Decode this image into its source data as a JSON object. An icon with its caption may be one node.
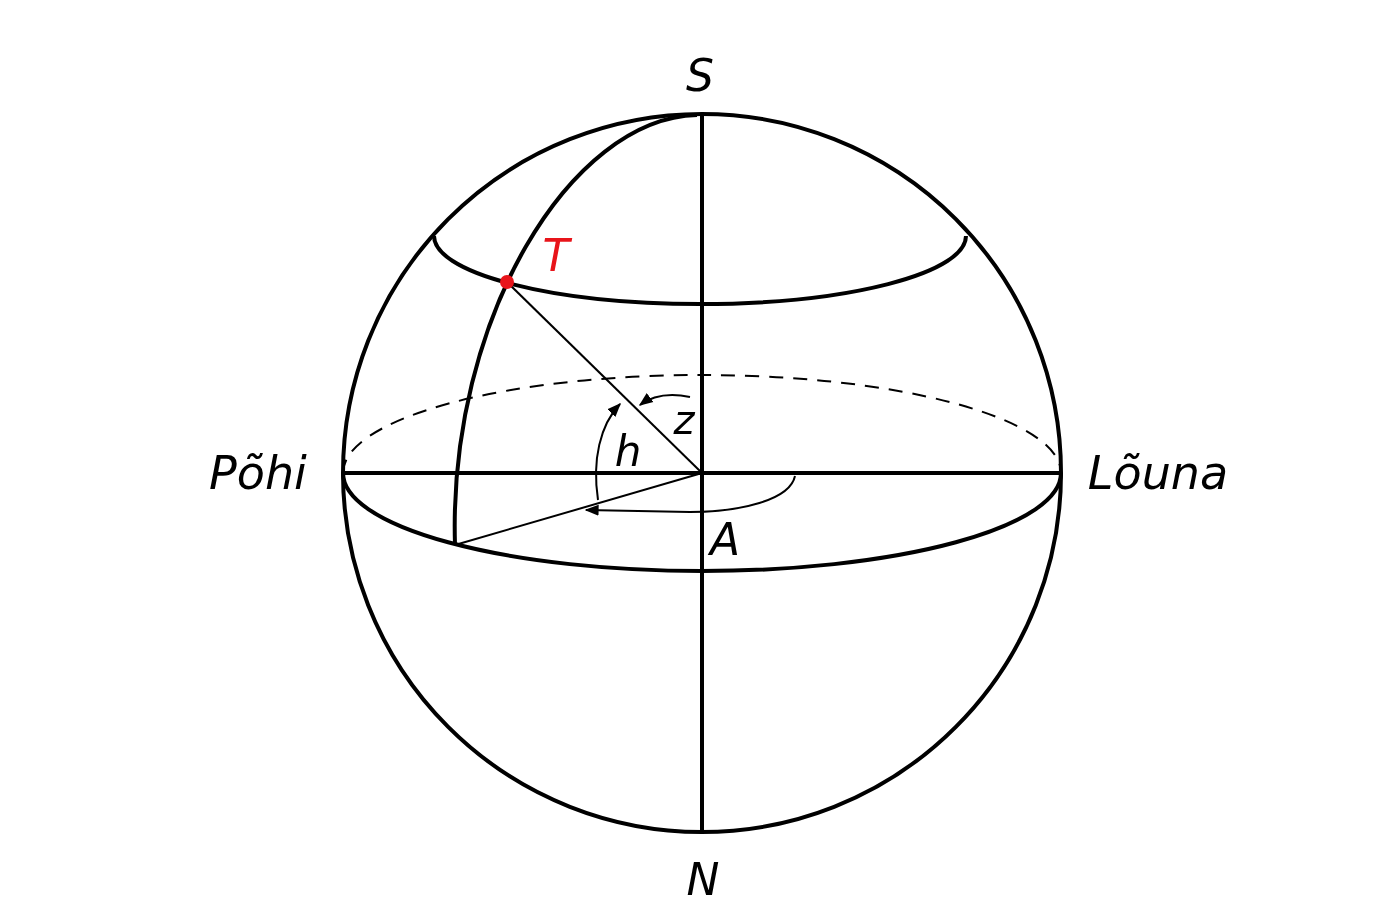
{
  "diagram": {
    "labels": [
      "S",
      "T",
      "z",
      "Põhi",
      "h",
      "Lõuna",
      "A",
      "N"
    ]
  }
}
